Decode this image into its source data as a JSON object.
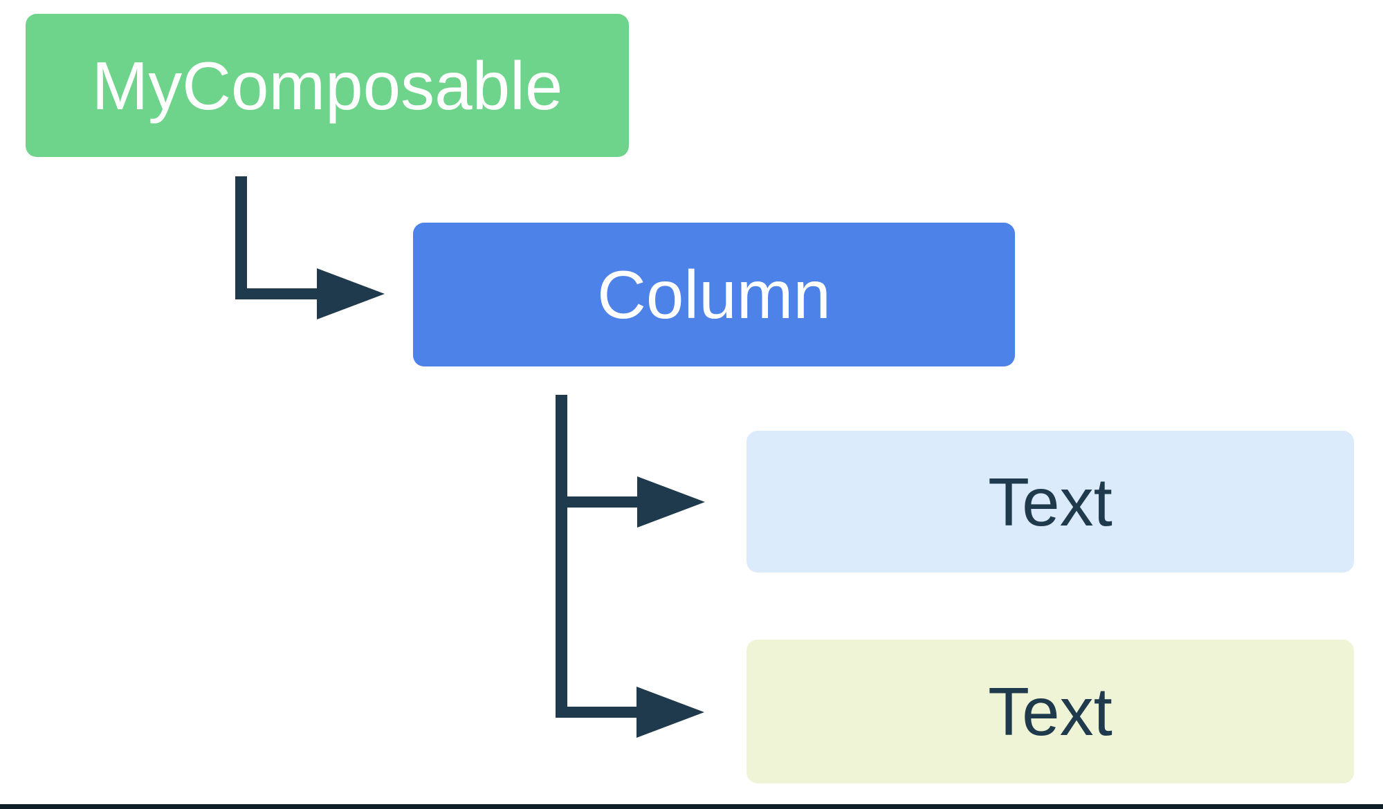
{
  "diagram": {
    "description": "UI tree diagram: MyComposable parent emitting a Column with two Text children",
    "nodes": [
      {
        "id": "my-composable",
        "label": "MyComposable"
      },
      {
        "id": "column",
        "label": "Column"
      },
      {
        "id": "text-1",
        "label": "Text"
      },
      {
        "id": "text-2",
        "label": "Text"
      }
    ],
    "edges": [
      {
        "from": "my-composable",
        "to": "column"
      },
      {
        "from": "column",
        "to": "text-1"
      },
      {
        "from": "column",
        "to": "text-2"
      }
    ]
  },
  "theme": {
    "background": "#ffffff",
    "node_root_bg": "#6ed48c",
    "node_column_bg": "#4d82e8",
    "node_text1_bg": "#dbebfb",
    "node_text2_bg": "#f0f4d7",
    "node_light_label": "#ffffff",
    "node_dark_label": "#1e3a4c",
    "connector": "#1e3a4c",
    "bottom_rule": "#101e28"
  }
}
